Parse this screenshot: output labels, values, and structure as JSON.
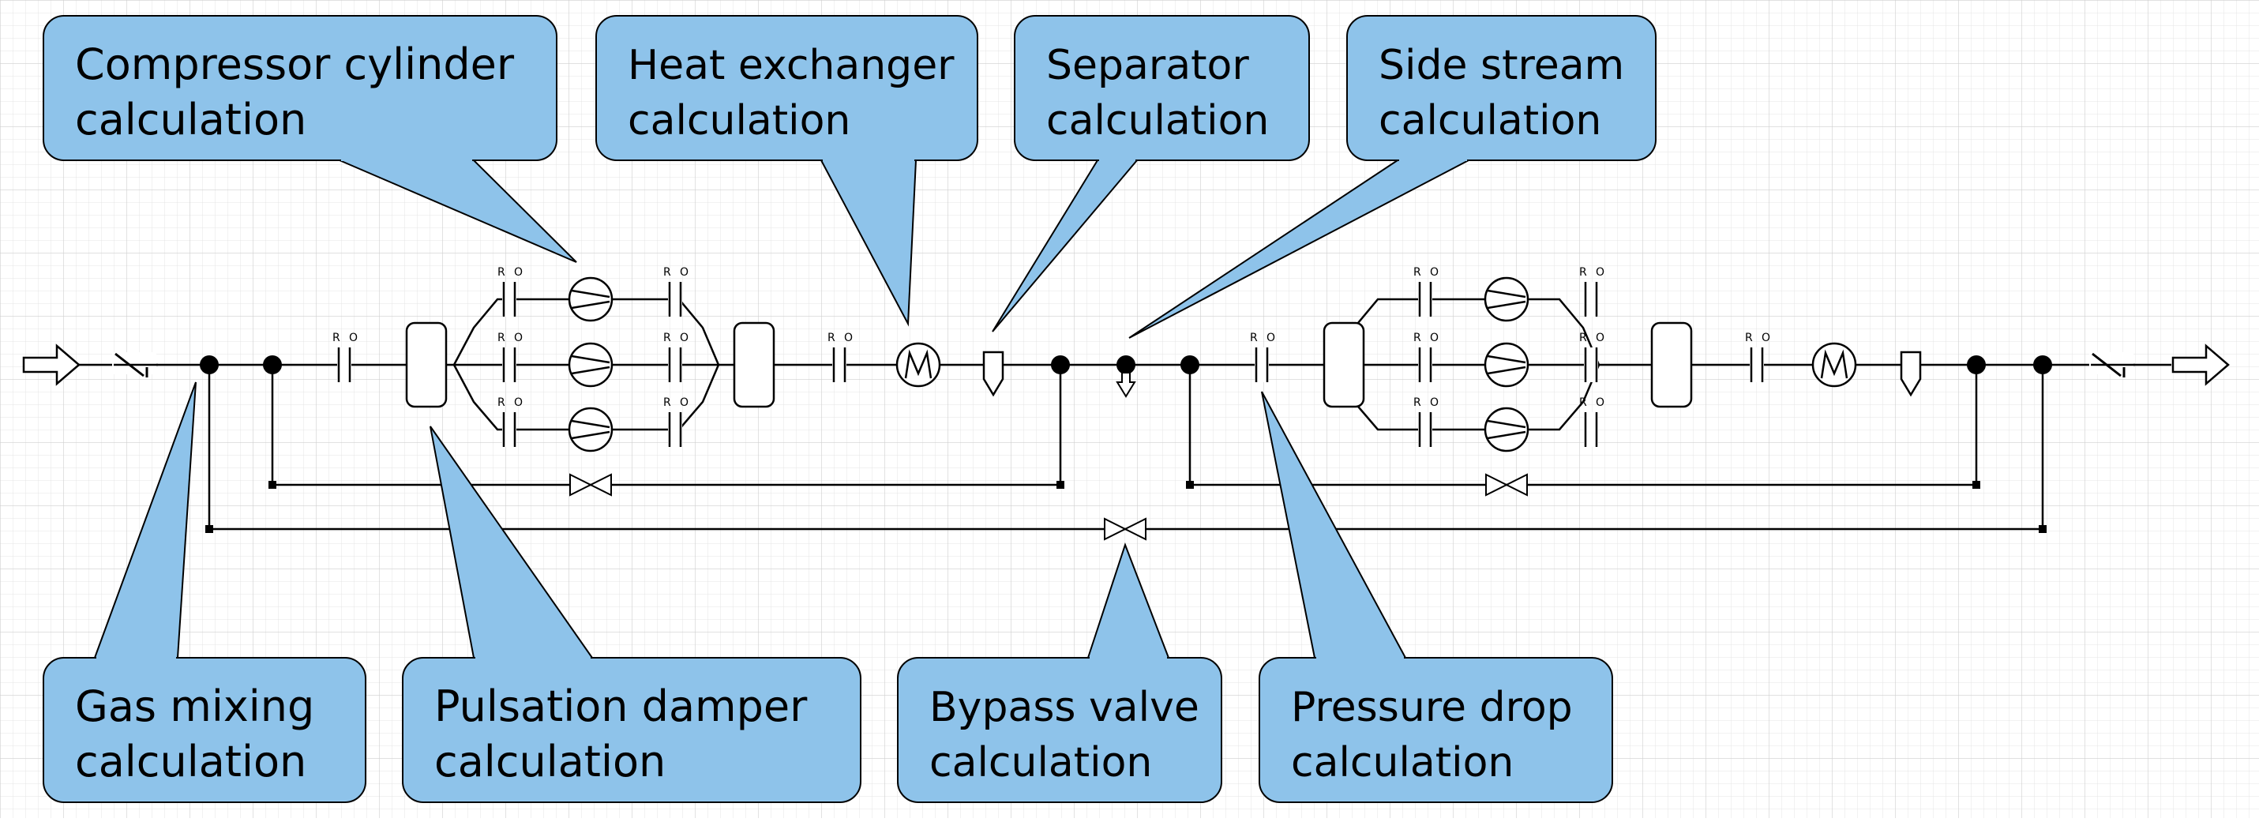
{
  "colors": {
    "callout_fill": "#8EC3EA",
    "callout_stroke": "#000000",
    "grid_minor": "#E4E4E4",
    "grid_major": "#CFCFCF",
    "line": "#000000"
  },
  "element_labels": {
    "reducer": "R",
    "orifice": "O"
  },
  "icons": [
    "inlet-arrow-icon",
    "outlet-arrow-icon",
    "check-valve-icon",
    "compressor-icon",
    "motor-icon",
    "separator-icon",
    "valve-icon",
    "pulsation-damper-icon",
    "junction-node-icon"
  ],
  "callouts": {
    "compressor_cylinder": [
      "Compressor cylinder",
      "calculation"
    ],
    "heat_exchanger": [
      "Heat exchanger",
      "calculation"
    ],
    "separator": [
      "Separator",
      "calculation"
    ],
    "side_stream": [
      "Side stream",
      "calculation"
    ],
    "gas_mixing": [
      "Gas mixing",
      "calculation"
    ],
    "pulsation_damper": [
      "Pulsation damper",
      "calculation"
    ],
    "bypass_valve": [
      "Bypass valve",
      "calculation"
    ],
    "pressure_drop": [
      "Pressure drop",
      "calculation"
    ]
  }
}
